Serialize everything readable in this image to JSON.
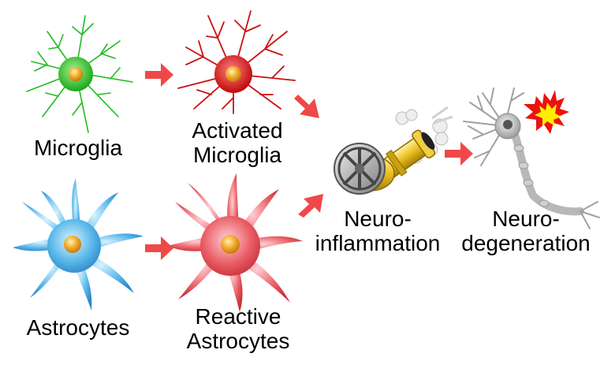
{
  "labels": {
    "microglia": "Microglia",
    "activated_line1": "Activated",
    "activated_line2": "Microglia",
    "astrocytes": "Astrocytes",
    "reactive_line1": "Reactive",
    "reactive_line2": "Astrocytes",
    "neuroinflammation_line1": "Neuro-",
    "neuroinflammation_line2": "inflammation",
    "neurodegeneration_line1": "Neuro-",
    "neurodegeneration_line2": "degeneration"
  },
  "colors": {
    "microglia": "#22bb22",
    "activated_microglia": "#cc1111",
    "astrocyte": "#44a8e0",
    "reactive_astrocyte": "#e04c55",
    "arrow": "#f04848",
    "nucleus": "#f2a020",
    "cannon": "#e8c020",
    "neuron": "#c8c8c8",
    "burst": "#ee1111"
  },
  "icons": [
    "microglia-cell-icon",
    "activated-microglia-cell-icon",
    "astrocyte-cell-icon",
    "reactive-astrocyte-cell-icon",
    "cannon-icon",
    "degenerating-neuron-icon",
    "explosion-burst-icon",
    "arrow-icon"
  ]
}
